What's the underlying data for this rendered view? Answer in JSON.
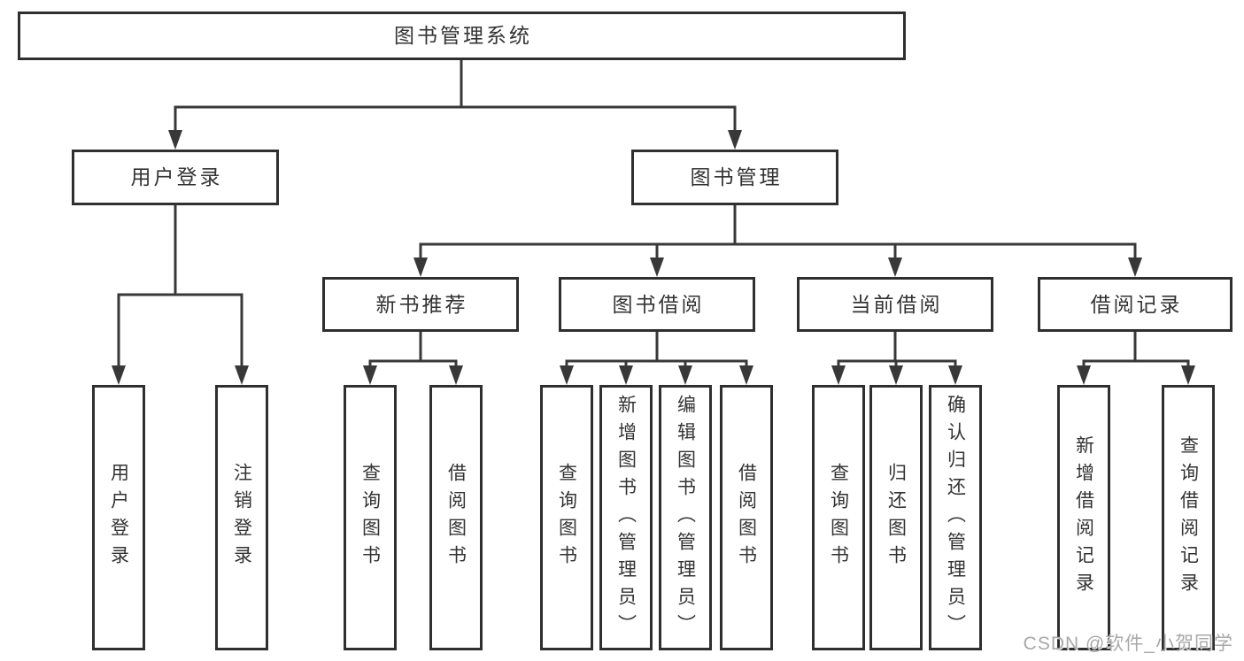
{
  "diagram_type": "functional-structure-tree",
  "tree": {
    "label": "图书管理系统",
    "children": [
      {
        "label": "用户登录",
        "children": [
          {
            "label": "用户登录"
          },
          {
            "label": "注销登录"
          }
        ]
      },
      {
        "label": "图书管理",
        "children": [
          {
            "label": "新书推荐",
            "children": [
              {
                "label": "查询图书"
              },
              {
                "label": "借阅图书"
              }
            ]
          },
          {
            "label": "图书借阅",
            "children": [
              {
                "label": "查询图书"
              },
              {
                "label": "新增图书（管理员）"
              },
              {
                "label": "编辑图书（管理员）"
              },
              {
                "label": "借阅图书"
              }
            ]
          },
          {
            "label": "当前借阅",
            "children": [
              {
                "label": "查询图书"
              },
              {
                "label": "归还图书"
              },
              {
                "label": "确认归还（管理员）"
              }
            ]
          },
          {
            "label": "借阅记录",
            "children": [
              {
                "label": "新增借阅记录"
              },
              {
                "label": "查询借阅记录"
              }
            ]
          }
        ]
      }
    ]
  },
  "watermark": "CSDN @软件_小贺同学",
  "colors": {
    "line": "#383838",
    "box_border": "#2f2f2f",
    "text": "#333333",
    "watermark_text": "#a8a8a8",
    "background": "#ffffff"
  }
}
